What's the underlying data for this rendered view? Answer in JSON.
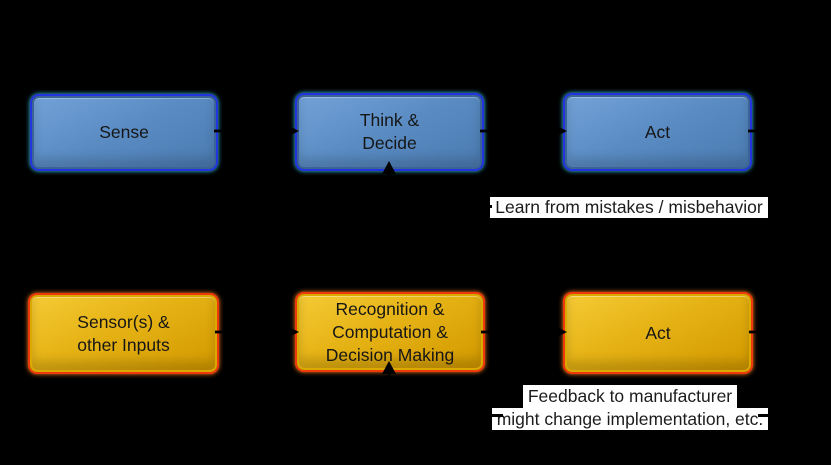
{
  "diagram": {
    "top_row": {
      "sense": {
        "lines": [
          "Sense"
        ]
      },
      "think_decide": {
        "lines": [
          "Think &",
          "Decide"
        ]
      },
      "act": {
        "lines": [
          "Act"
        ]
      },
      "annotation": "Learn from mistakes / misbehavior"
    },
    "bottom_row": {
      "sensors": {
        "lines": [
          "Sensor(s) &",
          "other Inputs"
        ]
      },
      "recognition": {
        "lines": [
          "Recognition &",
          "Computation &",
          "Decision Making"
        ]
      },
      "act": {
        "lines": [
          "Act"
        ]
      },
      "annotation_lines": [
        "Feedback to manufacturer",
        "might change implementation, etc."
      ]
    },
    "colors": {
      "background": "#000000",
      "blue-hi": "#72a1d7",
      "blue-mid": "#5a8cc3",
      "blue-lo": "#4a7ab0",
      "blue-border": "#3a6497",
      "blue-glow": "#2433dd",
      "blue-spark": "#38cdf2",
      "gold-hi": "#f5ca35",
      "gold-mid": "#e5b214",
      "gold-lo": "#d29900",
      "gold-border": "#dca900",
      "gold-glow": "#ee3a0a",
      "gold-spark": "#ff7d1e",
      "arrow": "#000000",
      "annotation_bg": "#ffffff",
      "annotation_text": "#1c1c1c"
    }
  }
}
